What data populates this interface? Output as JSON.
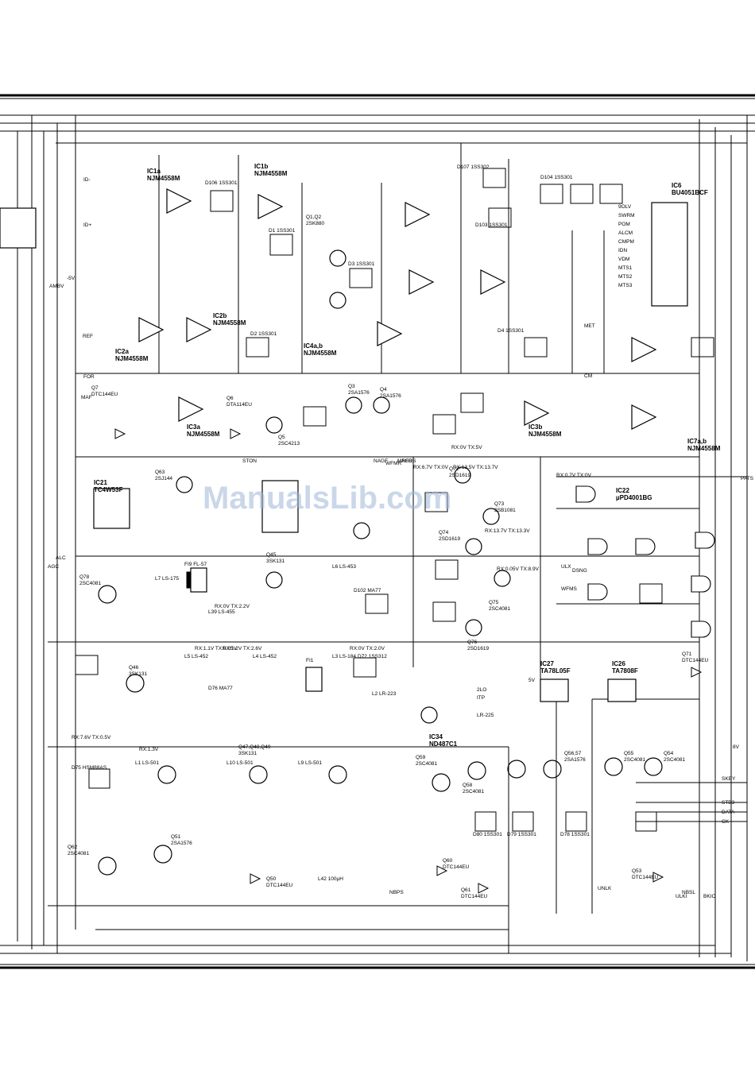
{
  "watermark": "ManualsLib.com",
  "ics": [
    {
      "ref": "IC1a",
      "part": "NJM4558M"
    },
    {
      "ref": "IC1b",
      "part": "NJM4558M"
    },
    {
      "ref": "IC2a",
      "part": "NJM4558M"
    },
    {
      "ref": "IC2b",
      "part": "NJM4558M"
    },
    {
      "ref": "IC3a",
      "part": "NJM4558M"
    },
    {
      "ref": "IC3b",
      "part": "NJM4558M"
    },
    {
      "ref": "IC4a,b",
      "part": "NJM4558M"
    },
    {
      "ref": "IC6",
      "part": "BU4051BCF"
    },
    {
      "ref": "IC7a,b",
      "part": "NJM4558M"
    },
    {
      "ref": "IC21",
      "part": "TC4W53F"
    },
    {
      "ref": "IC22",
      "part": "µPD4001BG"
    },
    {
      "ref": "IC26",
      "part": "TA7808F"
    },
    {
      "ref": "IC27",
      "part": "TA78L05F"
    },
    {
      "ref": "IC34",
      "part": "ND487C1"
    }
  ],
  "transistors": [
    {
      "ref": "Q1,Q2",
      "part": "2SK880"
    },
    {
      "ref": "Q3",
      "part": "2SA1576"
    },
    {
      "ref": "Q4",
      "part": "2SA1576"
    },
    {
      "ref": "Q5",
      "part": "2SC4213"
    },
    {
      "ref": "Q6",
      "part": "DTA114EU"
    },
    {
      "ref": "Q7",
      "part": "DTC144EU"
    },
    {
      "ref": "Q45",
      "part": "3SK131"
    },
    {
      "ref": "Q46",
      "part": "3SK131"
    },
    {
      "ref": "Q47,Q48,Q49",
      "part": "3SK131"
    },
    {
      "ref": "Q50",
      "part": "DTC144EU"
    },
    {
      "ref": "Q51",
      "part": "2SA1576"
    },
    {
      "ref": "Q53",
      "part": "DTC144EU"
    },
    {
      "ref": "Q54",
      "part": "2SC4081"
    },
    {
      "ref": "Q55",
      "part": "2SC4081"
    },
    {
      "ref": "Q56,57",
      "part": "2SA1576"
    },
    {
      "ref": "Q58",
      "part": "2SC4081"
    },
    {
      "ref": "Q59",
      "part": "2SC4081"
    },
    {
      "ref": "Q60",
      "part": "DTC144EU"
    },
    {
      "ref": "Q61",
      "part": "DTC144EU"
    },
    {
      "ref": "Q62",
      "part": "2SC4081"
    },
    {
      "ref": "Q63",
      "part": "2SJ144"
    },
    {
      "ref": "Q71",
      "part": "DTC144EU"
    },
    {
      "ref": "Q72",
      "part": "2SD1619"
    },
    {
      "ref": "Q73",
      "part": "2SB1081"
    },
    {
      "ref": "Q74",
      "part": "2SD1619"
    },
    {
      "ref": "Q75",
      "part": "2SC4081"
    },
    {
      "ref": "Q76",
      "part": "2SD1619"
    },
    {
      "ref": "Q78",
      "part": "2SC4081"
    }
  ],
  "net_labels": [
    "ID-",
    "ID+",
    "REF",
    "FOR",
    "MAF",
    "AMBV",
    "-5V",
    "ALC",
    "AGC",
    "MET",
    "CM",
    "PATS",
    "ULX",
    "DSNG",
    "WFMS",
    "ITP",
    "2LO",
    "UNLK",
    "NBSL",
    "BKIC",
    "ULKI",
    "NBPS",
    "MRFD",
    "NAGF",
    "AGRS",
    "WFMR",
    "SKEY",
    "STB3",
    "DATA",
    "CK",
    "8V",
    "5V",
    "STON"
  ],
  "ic6_pins": [
    "9OLV",
    "SWRM",
    "POM",
    "ALCM",
    "CMPM",
    "IDN",
    "VDM",
    "MTS1",
    "MTS2",
    "MTS3"
  ],
  "annotations": [
    "RX:0V TX:5V",
    "RX:13.5V TX:13.7V",
    "RX:0.7V TX:0V",
    "RX:6.7V TX:0V",
    "RX:13.7V TX:13.3V",
    "RX:0.05V TX:8.9V",
    "RX:1.1V TX:0.05V",
    "RX:1.2V TX:2.6V",
    "RX:7.6V TX:0.5V",
    "RX:0V TX:2.2V",
    "RX:0V TX:2.0V",
    "RX:1.3V"
  ],
  "filters": [
    {
      "ref": "FI9",
      "part": "FL-57"
    },
    {
      "ref": "FI1",
      "part": ""
    }
  ],
  "coils": [
    "L7 LS-175",
    "L39 LS-455",
    "L5 LS-452",
    "L6 LS-453",
    "L4 LS-452",
    "L3 LS-184",
    "L2 LR-223",
    "L1 LS-501",
    "L10 LS-501",
    "L9 LS-501",
    "L42 100µH",
    "LR-225"
  ],
  "diodes": [
    "D1 1SS301",
    "D2 1SS301",
    "D3 1SS301",
    "D4 1SS301",
    "D72 1SS312",
    "D75 HSM88AS",
    "D76 MA77",
    "D78 1SS301",
    "D79 1SS301",
    "D80 1SS301",
    "D102 MA77",
    "D103 1SS301",
    "D104 1SS301",
    "D106 1SS301",
    "D107 1SS302"
  ]
}
